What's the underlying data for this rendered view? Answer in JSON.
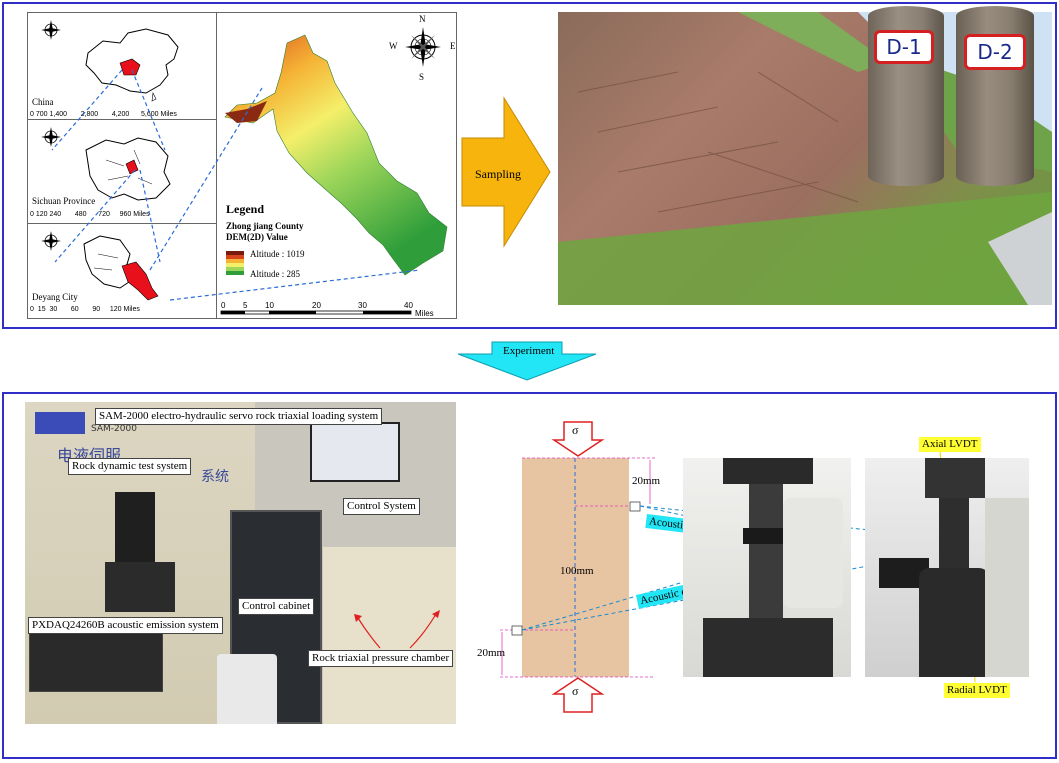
{
  "top": {
    "maps": {
      "china_label": "China",
      "sichuan_label": "Sichuan Province",
      "deyang_label": "Deyang City",
      "china_scale": [
        "0",
        "700",
        "1,400",
        "2,800",
        "4,200",
        "5,600"
      ],
      "sichuan_scale": [
        "0",
        "120",
        "240",
        "480",
        "720",
        "960"
      ],
      "deyang_scale": [
        "0",
        "15",
        "30",
        "60",
        "90",
        "120"
      ],
      "miles_unit": "Miles",
      "dem_scale": [
        "0",
        "5",
        "10",
        "20",
        "30",
        "40"
      ],
      "compass": {
        "n": "N",
        "s": "S",
        "e": "E",
        "w": "W"
      }
    },
    "legend": {
      "title": "Legend",
      "subtitle_line1": "Zhong jiang County",
      "subtitle_line2": "DEM(2D) Value",
      "altitude_high": "Altitude : 1019",
      "altitude_low": "Altitude : 285",
      "ramp_colors": [
        "#7a1a0e",
        "#d8451d",
        "#f5b335",
        "#f4ef6a",
        "#9ed65a",
        "#2f9e3a"
      ]
    },
    "sampling_label": "Sampling",
    "samples": {
      "d1": "D-1",
      "d2": "D-2"
    }
  },
  "experiment_label": "Experiment",
  "bottom": {
    "lab_labels": {
      "loading_system": "SAM-2000 electro-hydraulic servo rock triaxial loading system",
      "dynamic_test": "Rock dynamic test system",
      "control_system": "Control System",
      "control_cabinet": "Control cabinet",
      "emission_system": "PXDAQ24260B acoustic emission system",
      "pressure_chamber": "Rock triaxial pressure chamber",
      "machine_brand": "SAM-2000",
      "machine_cn_text": "电液伺服",
      "machine_cn_text2": "系统"
    },
    "specimen": {
      "sigma": "σ",
      "dim_top": "20mm",
      "dim_height": "100mm",
      "dim_bottom": "20mm",
      "probe_upper": "Acoustic emission probe",
      "probe_lower": "Acoustic emission probe",
      "axial": "Axial LVDT",
      "radial": "Radial LVDT"
    }
  }
}
